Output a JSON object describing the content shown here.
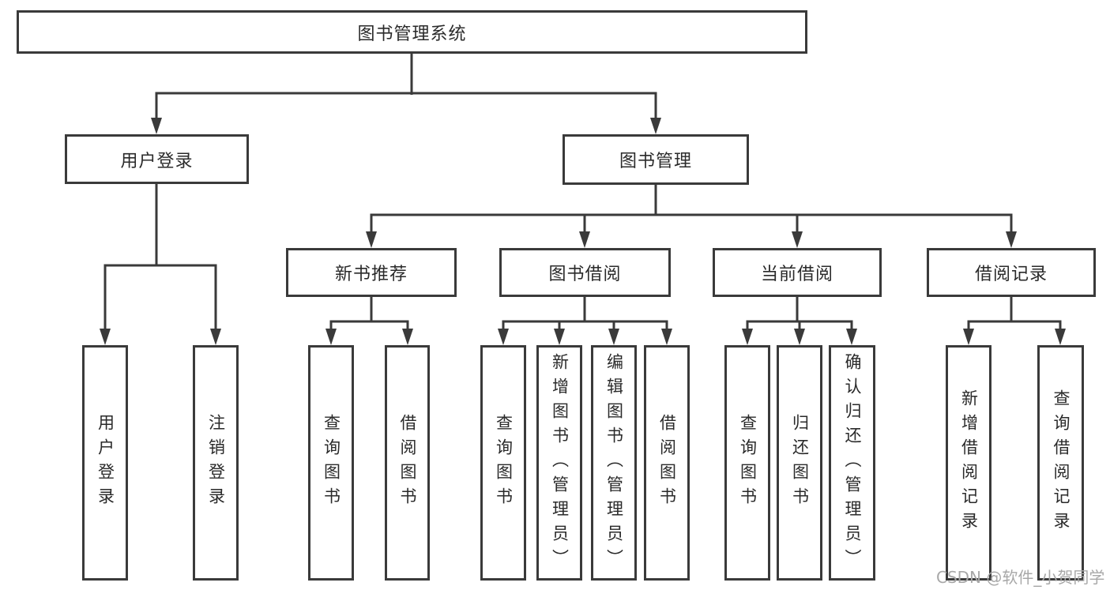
{
  "colors": {
    "line": "#3a3a3a",
    "box_border": "#3a3a3a",
    "text": "#2a2a2a",
    "watermark": "#a8a8a8",
    "background": "#ffffff"
  },
  "watermark": {
    "text": "CSDN @软件_小贺同学"
  },
  "tree": {
    "root": {
      "label": "图书管理系统",
      "children": [
        {
          "label": "用户登录",
          "children": [
            {
              "label": "用户登录"
            },
            {
              "label": "注销登录"
            }
          ]
        },
        {
          "label": "图书管理",
          "children": [
            {
              "label": "新书推荐",
              "children": [
                {
                  "label": "查询图书"
                },
                {
                  "label": "借阅图书"
                }
              ]
            },
            {
              "label": "图书借阅",
              "children": [
                {
                  "label": "查询图书"
                },
                {
                  "label": "新增图书（管理员）"
                },
                {
                  "label": "编辑图书（管理员）"
                },
                {
                  "label": "借阅图书"
                }
              ]
            },
            {
              "label": "当前借阅",
              "children": [
                {
                  "label": "查询图书"
                },
                {
                  "label": "归还图书"
                },
                {
                  "label": "确认归还（管理员）"
                }
              ]
            },
            {
              "label": "借阅记录",
              "children": [
                {
                  "label": "新增借阅记录"
                },
                {
                  "label": "查询借阅记录"
                }
              ]
            }
          ]
        }
      ]
    }
  }
}
